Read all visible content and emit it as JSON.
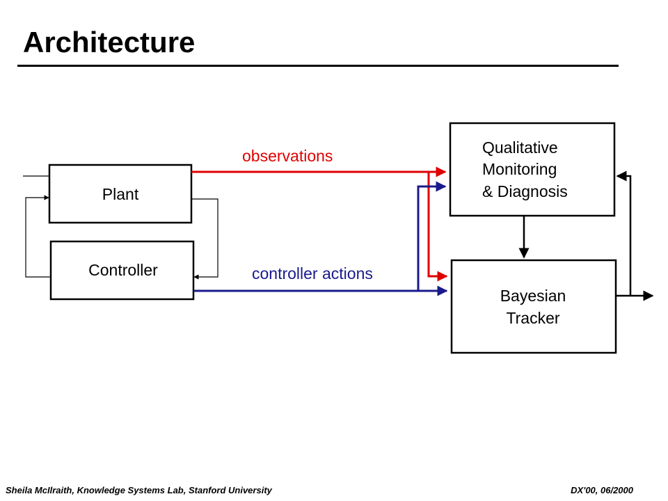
{
  "title": "Architecture",
  "diagram": {
    "nodes": {
      "plant": "Plant",
      "controller": "Controller",
      "qmd_line1": "Qualitative",
      "qmd_line2": "Monitoring",
      "qmd_line3": "& Diagnosis",
      "tracker_line1": "Bayesian",
      "tracker_line2": "Tracker"
    },
    "edges": {
      "observations": "observations",
      "controller_actions": "controller actions"
    },
    "colors": {
      "observations": "#e00000",
      "controller_actions": "#1a1a8c",
      "boxes": "#000000"
    }
  },
  "footer": {
    "left": "Sheila McIlraith, Knowledge Systems Lab, Stanford University",
    "right": "DX'00, 06/2000"
  }
}
